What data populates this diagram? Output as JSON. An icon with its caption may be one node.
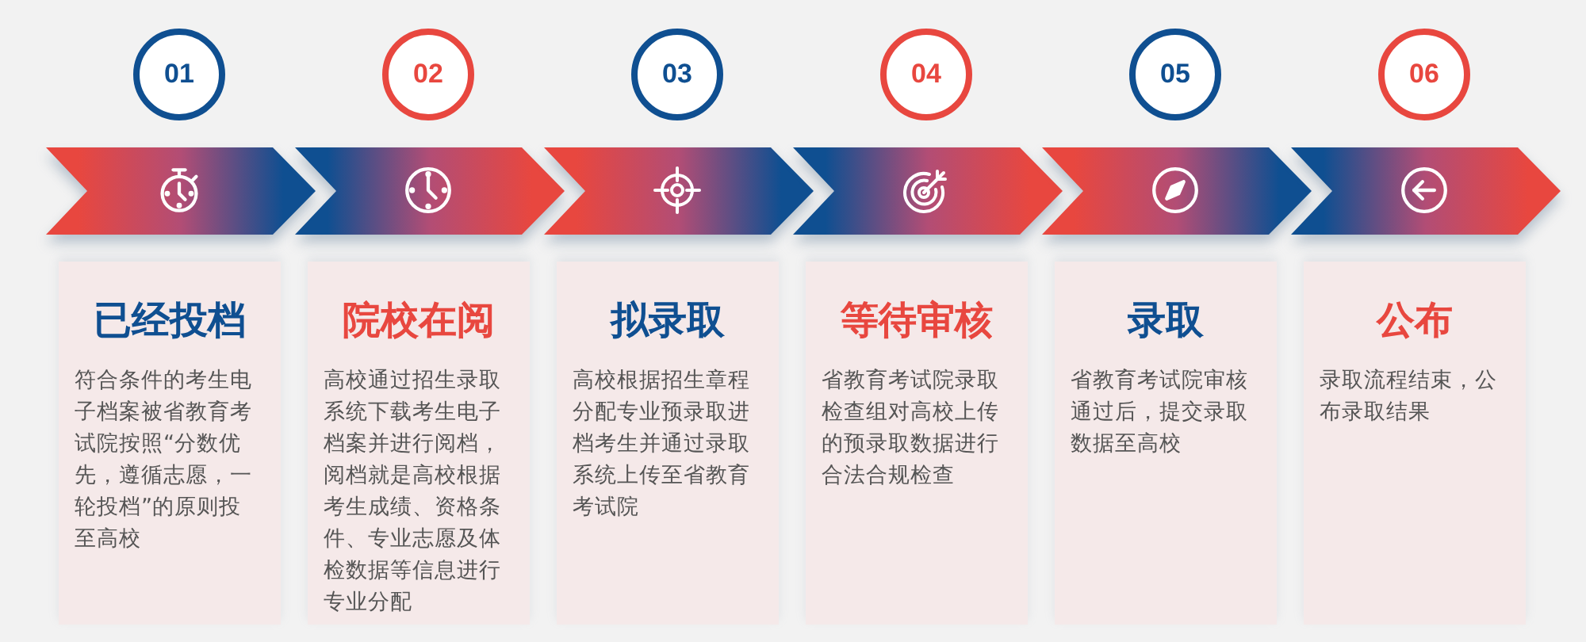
{
  "diagram": {
    "nodes": [
      {
        "text": [
          "01"
        ]
      },
      {
        "text": [
          "02"
        ]
      },
      {
        "text": [
          "03"
        ]
      },
      {
        "text": [
          "04"
        ]
      },
      {
        "text": [
          "05"
        ]
      },
      {
        "text": [
          "06"
        ]
      },
      {
        "text": [],
        "shape": "chevron"
      },
      {
        "text": [],
        "shape": "chevron"
      },
      {
        "text": [],
        "shape": "chevron"
      },
      {
        "text": [],
        "shape": "chevron"
      },
      {
        "text": [],
        "shape": "chevron"
      },
      {
        "text": [],
        "shape": "chevron"
      },
      {
        "text": [
          "已经投档",
          "符合条件的考生电子档案被省教育考试院按照“分数优先，遵循志愿，一轮投档”的原则投至高校"
        ]
      },
      {
        "text": [
          "院校在阅",
          "高校通过招生录取系统下载考生电子档案并进行阅档，阅档就是高校根据考生成绩、资格条件、专业志愿及体检数据等信息进行专业分配"
        ]
      },
      {
        "text": [
          "拟录取",
          "高校根据招生章程分配专业预录取进档考生并通过录取系统上传至省教育考试院"
        ]
      },
      {
        "text": [
          "等待审核",
          "省教育考试院录取检查组对高校上传的预录取数据进行合法合规检查"
        ]
      },
      {
        "text": [
          "录取",
          "省教育考试院审核通过后，提交录取数据至高校"
        ]
      },
      {
        "text": [
          "公布",
          "录取流程结束，公布录取结果"
        ]
      }
    ]
  }
}
